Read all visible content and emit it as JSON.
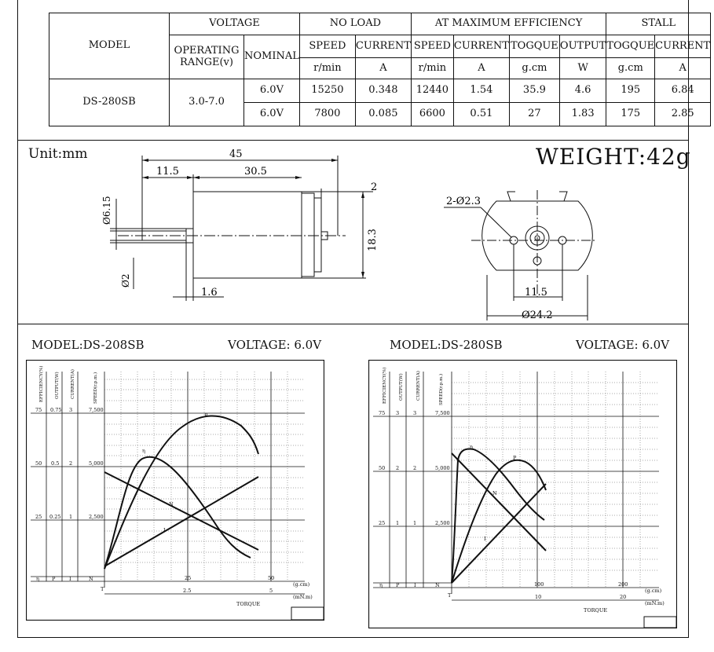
{
  "specs": {
    "header": {
      "model": "MODEL",
      "voltage": "VOLTAGE",
      "no_load": "NO LOAD",
      "max_eff": "AT MAXIMUM EFFICIENCY",
      "stall": "STALL",
      "operating_l1": "OPERATING",
      "operating_l2": "RANGE(v)",
      "nominal": "NOMINAL",
      "speed": "SPEED",
      "current": "CURRENT",
      "togque": "TOGQUE",
      "output": "OUTPUT",
      "unit_rmin": "r/min",
      "unit_a": "A",
      "unit_gcm": "g.cm",
      "unit_w": "W"
    },
    "model_name": "DS-280SB",
    "range": "3.0-7.0",
    "rows": [
      [
        "6.0V",
        "15250",
        "0.348",
        "12440",
        "1.54",
        "35.9",
        "4.6",
        "195",
        "6.84"
      ],
      [
        "6.0V",
        "7800",
        "0.085",
        "6600",
        "0.51",
        "27",
        "1.83",
        "175",
        "2.85"
      ]
    ]
  },
  "drawing": {
    "unit": "Unit:mm",
    "weight": "WEIGHT:42g",
    "dims": {
      "total": "45",
      "shaft_len": "11.5",
      "body_len": "30.5",
      "flange": "2",
      "dia_615": "Ø6.15",
      "dia_2": "Ø2",
      "height": "18.3",
      "len_16": "1.6",
      "hole": "2-Ø2.3",
      "spacing": "11.5",
      "dia_242": "Ø24.2"
    }
  },
  "curves": {
    "axis_labels": [
      "EFFICIENCY(%)",
      "OUTPUT(W)",
      "CURRENT(A)",
      "SPEED(r.p.m.)"
    ],
    "bottom_labels": [
      "η",
      "P",
      "I",
      "N"
    ],
    "torque": "TORQUE",
    "left": {
      "model": "MODEL:DS-208SB",
      "voltage": "VOLTAGE: 6.0V",
      "rows": [
        [
          "75",
          "0.75",
          "3",
          "7,500"
        ],
        [
          "50",
          "0.5",
          "2",
          "5,000"
        ],
        [
          "25",
          "0.25",
          "1",
          "2,500"
        ]
      ],
      "gcm_ticks": [
        "25",
        "50"
      ],
      "gcm_unit": "(g.cm)",
      "mnm_ticks": [
        "2.5",
        "5"
      ],
      "mnm_unit": "(mN.m)",
      "t_label": "T",
      "p_label": "P",
      "eta_label": "η",
      "n_label": "N",
      "i_label": "I"
    },
    "right": {
      "model": "MODEL:DS-280SB",
      "voltage": "VOLTAGE: 6.0V",
      "rows": [
        [
          "75",
          "3",
          "3",
          "7,500"
        ],
        [
          "50",
          "2",
          "2",
          "5,000"
        ],
        [
          "25",
          "1",
          "1",
          "2,500"
        ]
      ],
      "gcm_ticks": [
        "100",
        "200"
      ],
      "gcm_unit": "(g.cm)",
      "mnm_ticks": [
        "10",
        "20"
      ],
      "mnm_unit": "(mN.m)",
      "t_label": "T",
      "p_label": "P",
      "eta_label": "η",
      "n_label": "N",
      "i_label": "I"
    }
  }
}
